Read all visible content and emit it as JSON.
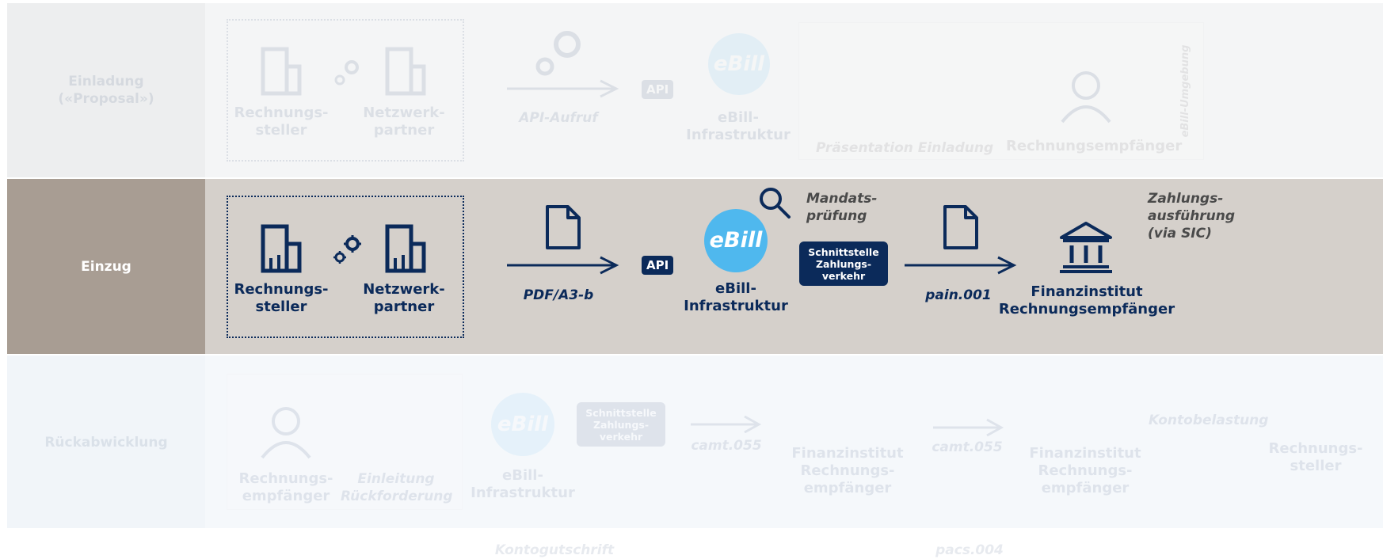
{
  "rows": {
    "row1": {
      "label_line1": "Einladung",
      "label_line2": "(«Proposal»)"
    },
    "row2": {
      "label": "Einzug"
    },
    "row3": {
      "label": "Rückabwicklung"
    }
  },
  "row1": {
    "sender": "Rechnungs-\nsteller",
    "partner": "Netzwerk-\npartner",
    "api_call": "API-Aufruf",
    "api": "API",
    "ebill": "eBill",
    "infra": "eBill-\nInfrastruktur",
    "presentation": "Präsentation Einladung",
    "recipient": "Rechnungsempfänger",
    "environment": "eBill-Umgebung"
  },
  "row2": {
    "sender": "Rechnungs-\nsteller",
    "partner": "Netzwerk-\npartner",
    "format": "PDF/A3-b",
    "api": "API",
    "ebill": "eBill",
    "infra": "eBill-\nInfrastruktur",
    "mandate": "Mandats-\nprüfung",
    "interface": "Schnittstelle\nZahlungs-\nverkehr",
    "pain": "pain.001",
    "bank": "Finanzinstitut\nRechnungsempfänger",
    "execution": "Zahlungs-\nausführung\n(via SIC)"
  },
  "row3": {
    "recipient": "Rechnungs-\nempfänger",
    "initiation": "Einleitung\nRückforderung",
    "ebill": "eBill",
    "infra": "eBill-\nInfrastruktur",
    "interface": "Schnittstelle\nZahlungs-\nverkehr",
    "camt1": "camt.055",
    "bank1": "Finanzinstitut\nRechnungs-\nempfänger",
    "camt2": "camt.055",
    "bank2": "Finanzinstitut\nRechnungs-\nempfänger",
    "debit": "Kontobelastung",
    "sender": "Rechnungs-\nsteller",
    "credit": "Kontogutschrift",
    "pacs": "pacs.004"
  },
  "colors": {
    "navy": "#0b2a5a",
    "band_active": "#d5d0cb",
    "label_active": "#a89d93",
    "ebill_blue": "#4fb8ee"
  }
}
